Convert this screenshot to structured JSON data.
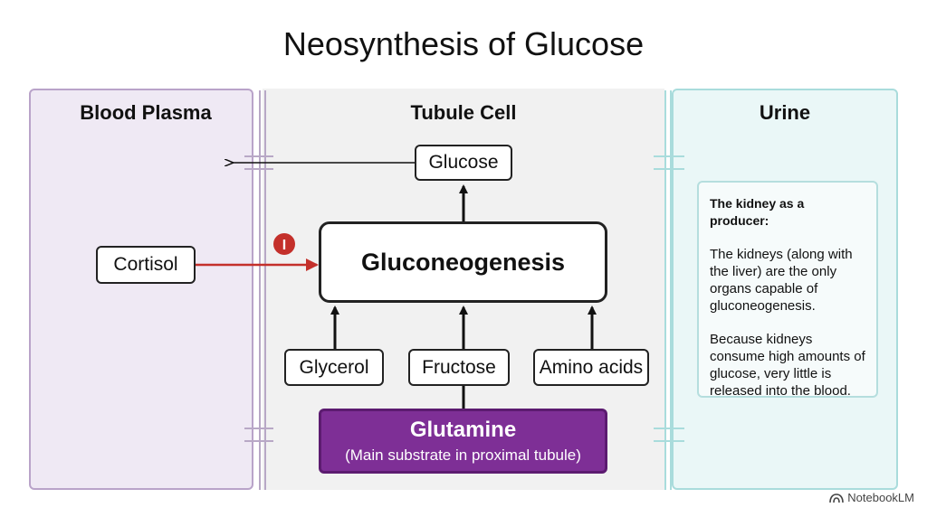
{
  "title": "Neosynthesis of Glucose",
  "panels": {
    "plasma": {
      "label": "Blood Plasma"
    },
    "tubule": {
      "label": "Tubule Cell"
    },
    "urine": {
      "label": "Urine"
    }
  },
  "nodes": {
    "glucose": "Glucose",
    "gluconeogenesis": "Gluconeogenesis",
    "cortisol": "Cortisol",
    "glycerol": "Glycerol",
    "fructose": "Fructose",
    "amino_acids": "Amino acids",
    "glutamine_title": "Glutamine",
    "glutamine_sub": "(Main substrate in proximal tubule)"
  },
  "marker": {
    "label": "I",
    "color": "#c4302b"
  },
  "note": {
    "heading": "The kidney as a producer:",
    "para1": "The kidneys (along with the liver) are the only organs capable of gluconeogenesis.",
    "para2": "Because kidneys consume high amounts of glucose, very little is released into the blood."
  },
  "watermark": "NotebookLM",
  "colors": {
    "plasma_bg": "#efe9f4",
    "urine_bg": "#eaf7f7",
    "glutamine": "#7e2f96",
    "cortisol_arrow": "#c4302b"
  }
}
